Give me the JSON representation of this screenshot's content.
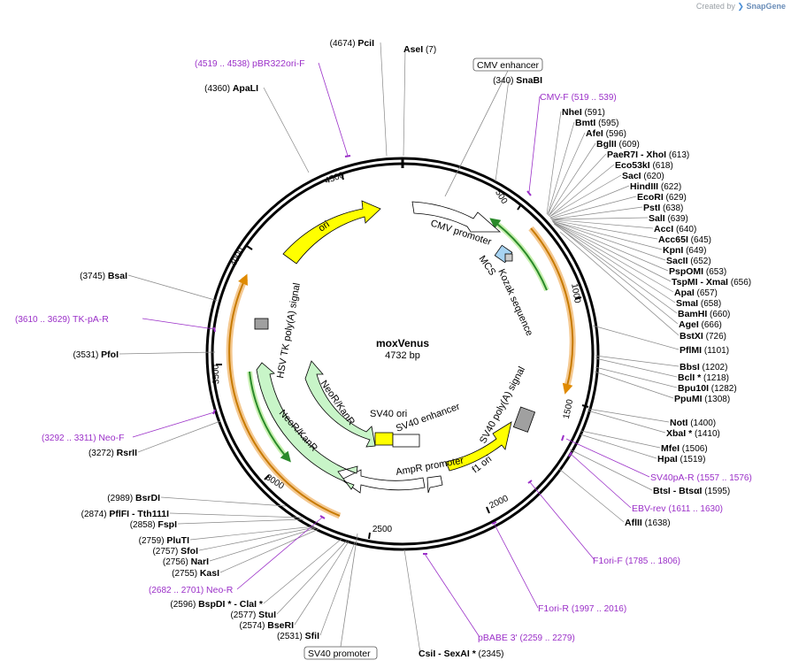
{
  "credit": {
    "prefix": "Created by",
    "brand": "SnapGene"
  },
  "plasmid": {
    "name": "moxVenus",
    "size_label": "4732 bp"
  },
  "ticks": [
    "500",
    "1000",
    "1500",
    "2000",
    "2500",
    "3000",
    "3500",
    "4000",
    "4500"
  ],
  "features": [
    {
      "label": "ori",
      "color": "#ffff00"
    },
    {
      "label": "CMV promoter",
      "color": "#ffffff"
    },
    {
      "label": "Kozak sequence",
      "color": "#a7d3f2"
    },
    {
      "label": "MCS",
      "color": "#cccccc"
    },
    {
      "label": "SV40 poly(A) signal",
      "color": "#a0a0a0"
    },
    {
      "label": "f1 ori",
      "color": "#ffff00"
    },
    {
      "label": "AmpR promoter",
      "color": "#ffffff"
    },
    {
      "label": "SV40 ori",
      "color": "#ffff00"
    },
    {
      "label": "SV40 enhancer",
      "color": "#ffffff"
    },
    {
      "label": "NeoR/KanR",
      "color": "#c8f5c8"
    },
    {
      "label": "NeoR/KanR",
      "color": "#c8f5c8"
    },
    {
      "label": "HSV TK poly(A) signal",
      "color": "#a0a0a0"
    }
  ],
  "boxed_labels": [
    "CMV enhancer",
    "SV40 promoter"
  ],
  "sites": [
    {
      "name": "AseI",
      "pos": "(7)"
    },
    {
      "name": "PciI",
      "pos": "(4674)"
    },
    {
      "name": "ApaLI",
      "pos": "(4360)"
    },
    {
      "name": "SnaBI",
      "pos": "(340)"
    },
    {
      "name": "NheI",
      "pos": "(591)"
    },
    {
      "name": "BmtI",
      "pos": "(595)"
    },
    {
      "name": "AfeI",
      "pos": "(596)"
    },
    {
      "name": "BglII",
      "pos": "(609)"
    },
    {
      "name": "PaeR7I - XhoI",
      "pos": "(613)"
    },
    {
      "name": "Eco53kI",
      "pos": "(618)"
    },
    {
      "name": "SacI",
      "pos": "(620)"
    },
    {
      "name": "HindIII",
      "pos": "(622)"
    },
    {
      "name": "EcoRI",
      "pos": "(629)"
    },
    {
      "name": "PstI",
      "pos": "(638)"
    },
    {
      "name": "SalI",
      "pos": "(639)"
    },
    {
      "name": "AccI",
      "pos": "(640)"
    },
    {
      "name": "Acc65I",
      "pos": "(645)"
    },
    {
      "name": "KpnI",
      "pos": "(649)"
    },
    {
      "name": "SacII",
      "pos": "(652)"
    },
    {
      "name": "PspOMI",
      "pos": "(653)"
    },
    {
      "name": "TspMI - XmaI",
      "pos": "(656)"
    },
    {
      "name": "ApaI",
      "pos": "(657)"
    },
    {
      "name": "SmaI",
      "pos": "(658)"
    },
    {
      "name": "BamHI",
      "pos": "(660)"
    },
    {
      "name": "AgeI",
      "pos": "(666)"
    },
    {
      "name": "BstXI",
      "pos": "(726)"
    },
    {
      "name": "PflMI",
      "pos": "(1101)"
    },
    {
      "name": "BbsI",
      "pos": "(1202)"
    },
    {
      "name": "BclI *",
      "pos": "(1218)"
    },
    {
      "name": "Bpu10I",
      "pos": "(1282)"
    },
    {
      "name": "PpuMI",
      "pos": "(1308)"
    },
    {
      "name": "NotI",
      "pos": "(1400)"
    },
    {
      "name": "XbaI *",
      "pos": "(1410)"
    },
    {
      "name": "MfeI",
      "pos": "(1506)"
    },
    {
      "name": "HpaI",
      "pos": "(1519)"
    },
    {
      "name": "BtsI - BtsαI",
      "pos": "(1595)"
    },
    {
      "name": "AflII",
      "pos": "(1638)"
    },
    {
      "name": "CsiI - SexAI *",
      "pos": "(2345)"
    },
    {
      "name": "SfiI",
      "pos": "(2531)"
    },
    {
      "name": "BseRI",
      "pos": "(2574)"
    },
    {
      "name": "StuI",
      "pos": "(2577)"
    },
    {
      "name": "BspDI * - ClaI *",
      "pos": "(2596)"
    },
    {
      "name": "KasI",
      "pos": "(2755)"
    },
    {
      "name": "NarI",
      "pos": "(2756)"
    },
    {
      "name": "SfoI",
      "pos": "(2757)"
    },
    {
      "name": "PluTI",
      "pos": "(2759)"
    },
    {
      "name": "FspI",
      "pos": "(2858)"
    },
    {
      "name": "PflFI - Tth111I",
      "pos": "(2874)"
    },
    {
      "name": "BsrDI",
      "pos": "(2989)"
    },
    {
      "name": "RsrII",
      "pos": "(3272)"
    },
    {
      "name": "PfoI",
      "pos": "(3531)"
    },
    {
      "name": "BsaI",
      "pos": "(3745)"
    }
  ],
  "primers": [
    {
      "name": "pBR322ori-F",
      "pos": "(4519 .. 4538)"
    },
    {
      "name": "CMV-F",
      "pos": "(519 .. 539)"
    },
    {
      "name": "SV40pA-R",
      "pos": "(1557 .. 1576)"
    },
    {
      "name": "EBV-rev",
      "pos": "(1611 .. 1630)"
    },
    {
      "name": "F1ori-F",
      "pos": "(1785 .. 1806)"
    },
    {
      "name": "F1ori-R",
      "pos": "(1997 .. 2016)"
    },
    {
      "name": "pBABE 3'",
      "pos": "(2259 .. 2279)"
    },
    {
      "name": "Neo-R",
      "pos": "(2682 .. 2701)"
    },
    {
      "name": "Neo-F",
      "pos": "(3292 .. 3311)"
    },
    {
      "name": "TK-pA-R",
      "pos": "(3610 .. 3629)"
    }
  ]
}
